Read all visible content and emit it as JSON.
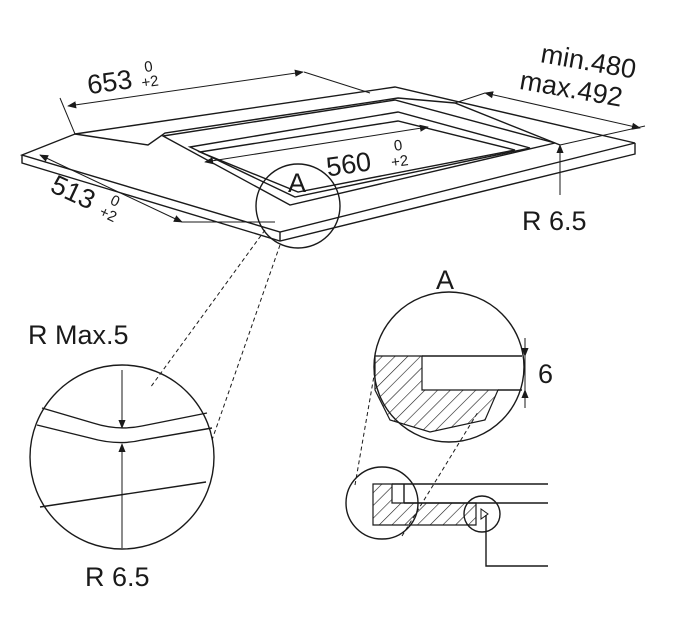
{
  "dimensions": {
    "width_label": "653",
    "width_tol_upper": "0",
    "width_tol_lower": "+2",
    "depth_label": "513",
    "depth_tol_upper": "0",
    "depth_tol_lower": "+2",
    "inner_label": "560",
    "inner_tol_upper": "0",
    "inner_tol_lower": "+2",
    "min_label": "min.480",
    "max_label": "max.492",
    "radius_top_label": "R 6.5"
  },
  "detail_marker": "A",
  "left_detail": {
    "radius_max_label": "R Max.5",
    "radius_label": "R 6.5"
  },
  "section_detail": {
    "title": "A",
    "depth_label": "6"
  }
}
